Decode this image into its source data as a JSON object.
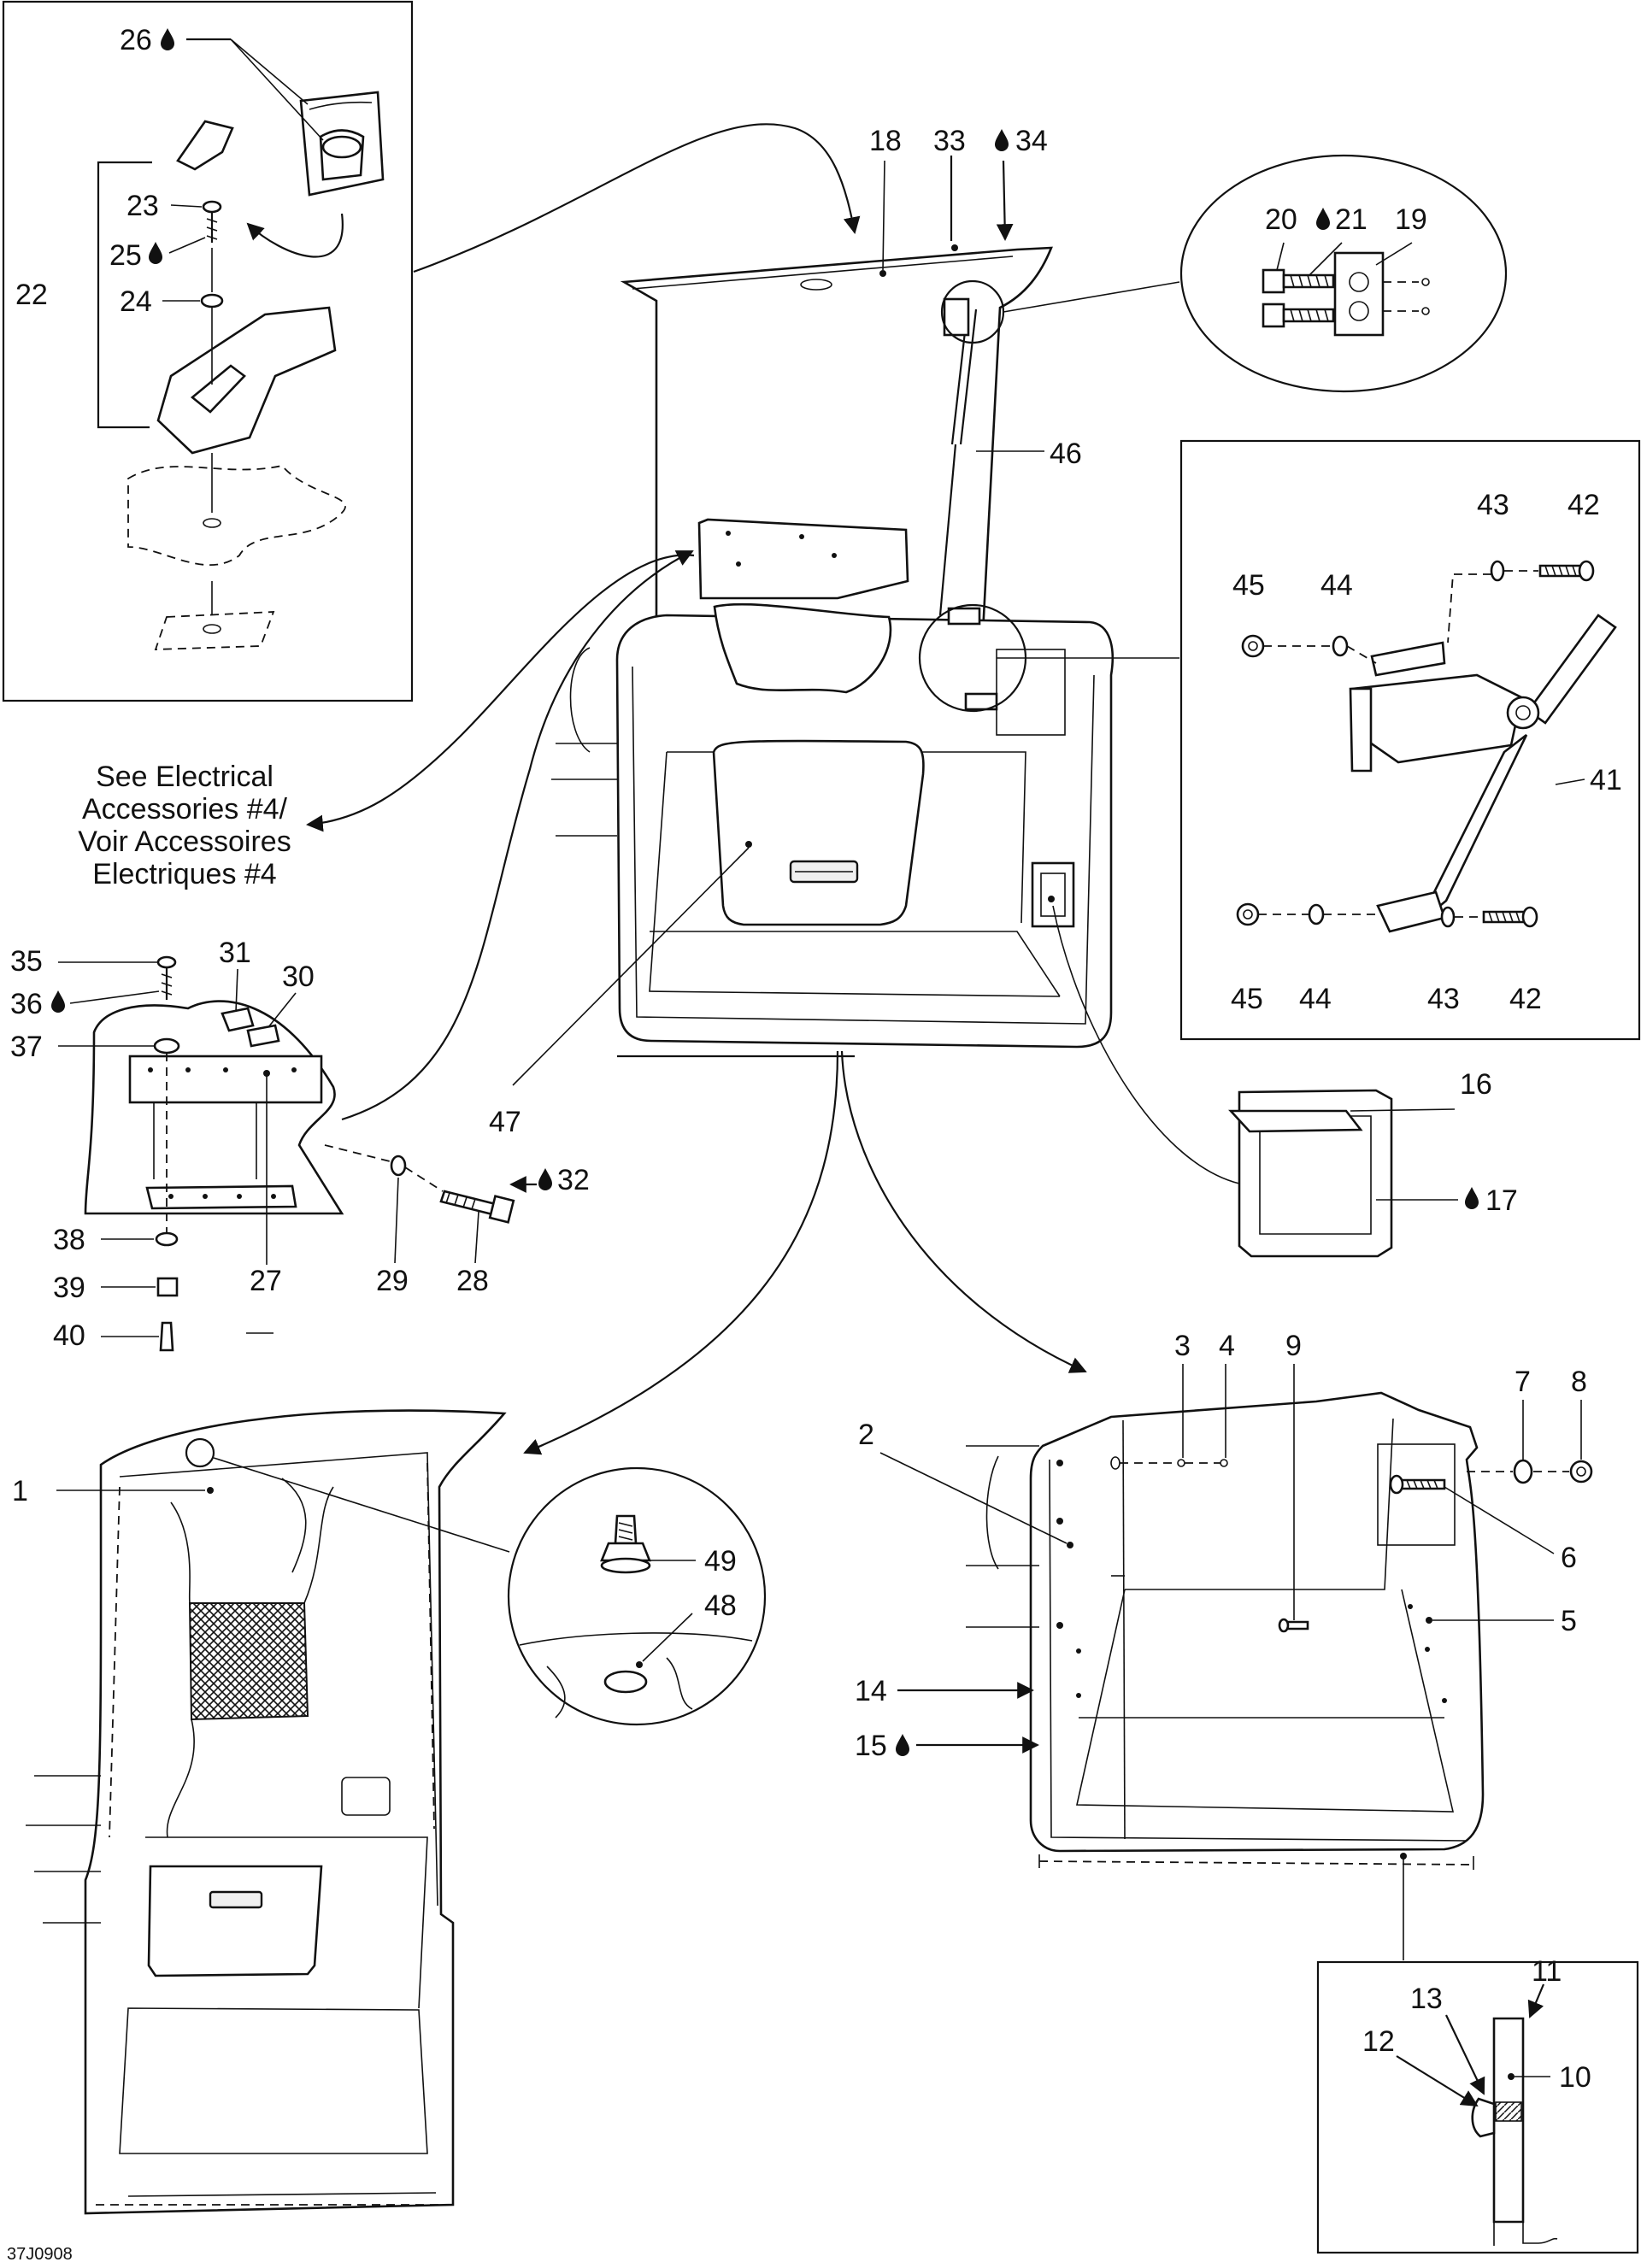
{
  "drop_icon_name": "oil-drop-icon",
  "colors": {
    "ink": "#111111",
    "paper": "#ffffff",
    "shade": "#f0f0f0"
  },
  "note": {
    "line1": "See Electrical",
    "line2": "Accessories #4/",
    "line3": "Voir Accessoires",
    "line4": "Electriques #4"
  },
  "ref_code": "37J0908",
  "callouts": {
    "c1": "1",
    "c2": "2",
    "c3": "3",
    "c4": "4",
    "c5": "5",
    "c6": "6",
    "c7": "7",
    "c8": "8",
    "c9": "9",
    "c10": "10",
    "c11": "11",
    "c12": "12",
    "c13": "13",
    "c14": "14",
    "c15": "15",
    "c16": "16",
    "c17": "17",
    "c18": "18",
    "c19": "19",
    "c20": "20",
    "c21": "21",
    "c22": "22",
    "c23": "23",
    "c24": "24",
    "c25": "25",
    "c26": "26",
    "c27": "27",
    "c28": "28",
    "c29": "29",
    "c30": "30",
    "c31": "31",
    "c32": "32",
    "c33": "33",
    "c34": "34",
    "c35": "35",
    "c36": "36",
    "c37": "37",
    "c38": "38",
    "c39": "39",
    "c40": "40",
    "c41": "41",
    "c42a": "42",
    "c42b": "42",
    "c43a": "43",
    "c43b": "43",
    "c44a": "44",
    "c44b": "44",
    "c45a": "45",
    "c45b": "45",
    "c46": "46",
    "c47": "47",
    "c48": "48",
    "c49": "49"
  }
}
